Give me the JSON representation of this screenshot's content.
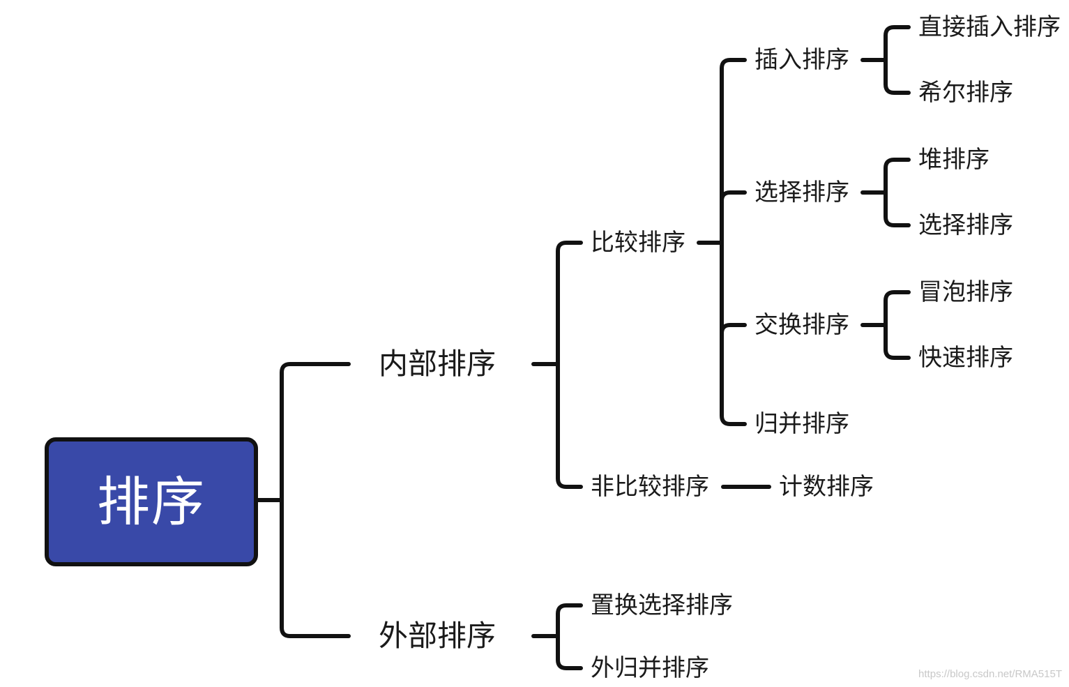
{
  "root": {
    "label": "排序"
  },
  "internal": {
    "label": "内部排序",
    "comparison": {
      "label": "比较排序",
      "insertion": {
        "label": "插入排序",
        "children": [
          "直接插入排序",
          "希尔排序"
        ]
      },
      "selection": {
        "label": "选择排序",
        "children": [
          "堆排序",
          "选择排序"
        ]
      },
      "exchange": {
        "label": "交换排序",
        "children": [
          "冒泡排序",
          "快速排序"
        ]
      },
      "merge": {
        "label": "归并排序"
      }
    },
    "non_comparison": {
      "label": "非比较排序",
      "counting": {
        "label": "计数排序"
      }
    }
  },
  "external": {
    "label": "外部排序",
    "children": [
      "置换选择排序",
      "外归并排序"
    ]
  },
  "watermark": "https://blog.csdn.net/RMA515T",
  "colors": {
    "root_fill": "#3949a8",
    "line": "#111111",
    "text": "#1a1a1a"
  }
}
